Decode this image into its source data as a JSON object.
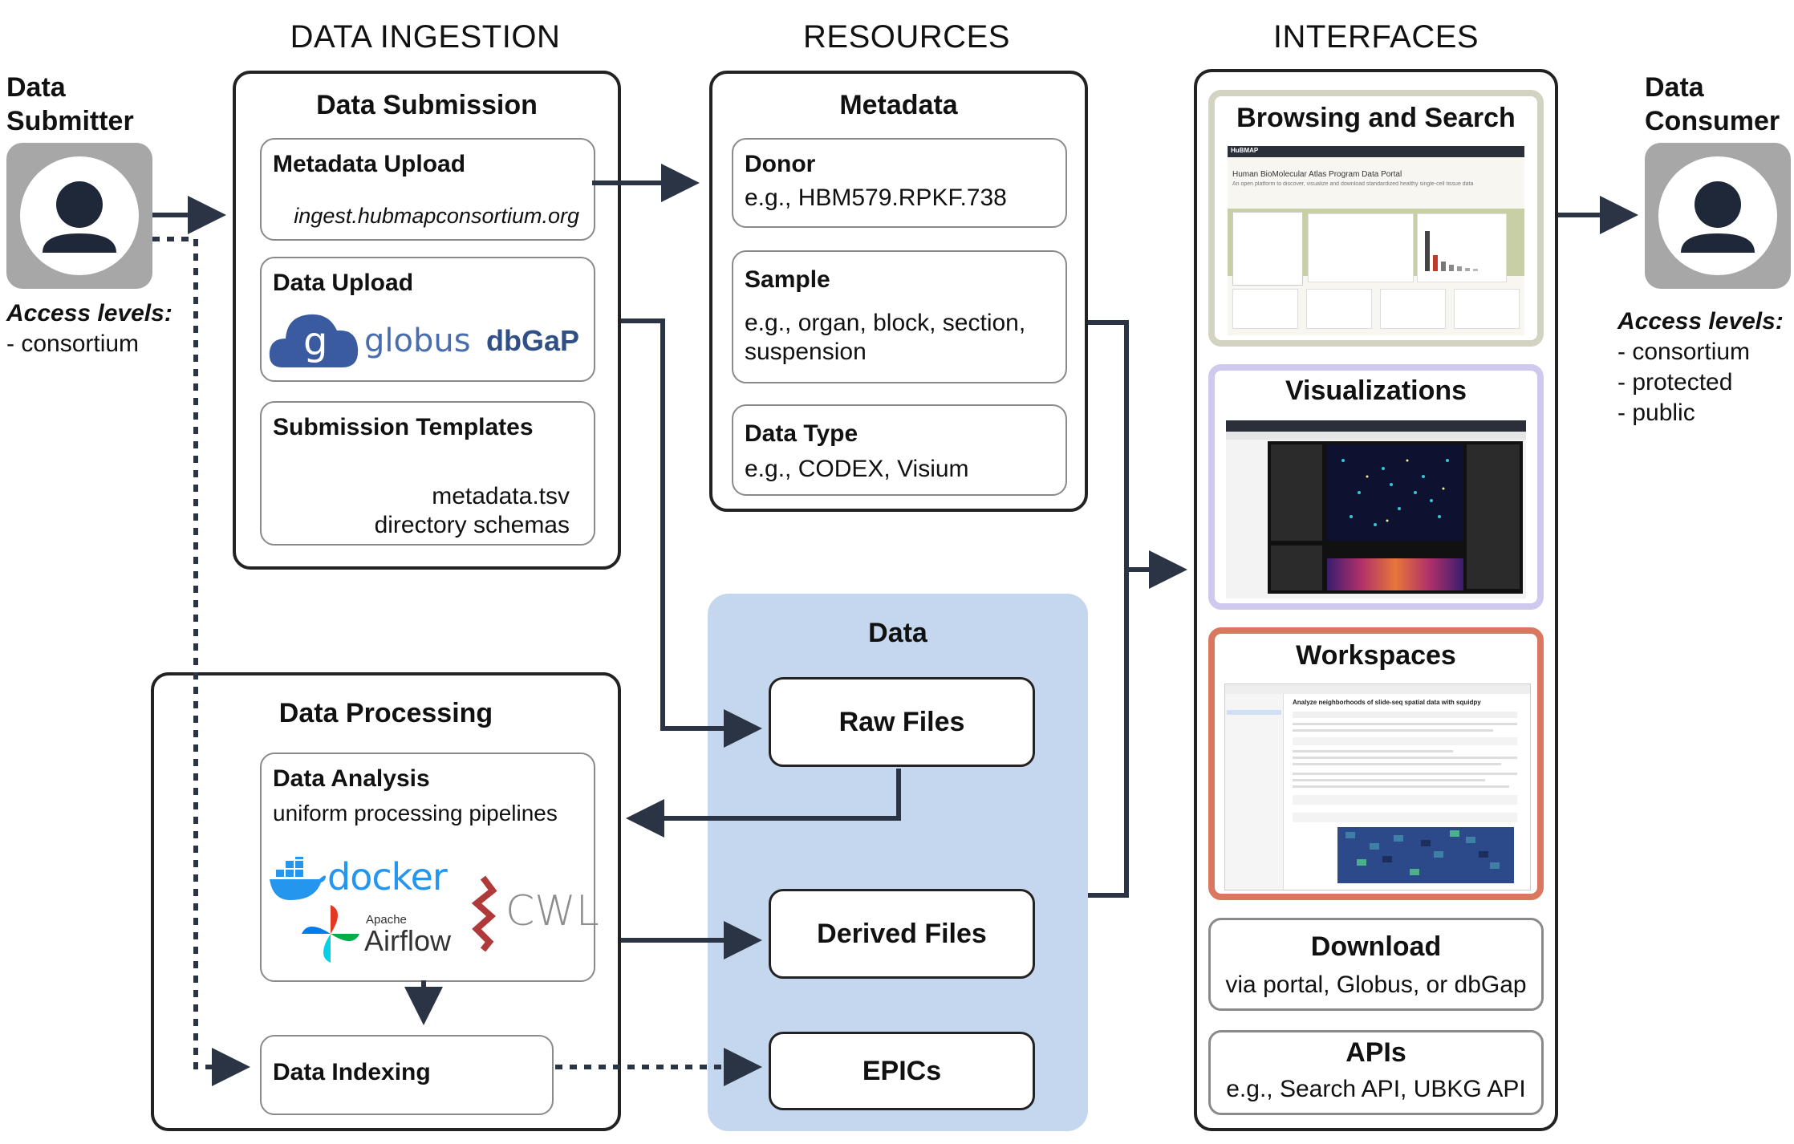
{
  "columns": {
    "ingestion": "DATA INGESTION",
    "resources": "RESOURCES",
    "interfaces": "INTERFACES"
  },
  "submitter": {
    "label_line1": "Data",
    "label_line2": "Submitter",
    "access_label": "Access levels:",
    "access_levels": [
      "- consortium"
    ]
  },
  "consumer": {
    "label_line1": "Data",
    "label_line2": "Consumer",
    "access_label": "Access levels:",
    "access_levels": [
      "- consortium",
      "- protected",
      "- public"
    ]
  },
  "data_submission": {
    "title": "Data Submission",
    "metadata_upload": {
      "title": "Metadata Upload",
      "url": "ingest.hubmapconsortium.org"
    },
    "data_upload": {
      "title": "Data Upload",
      "globus": "globus",
      "dbgap": "dbGaP",
      "globus_glyph": "g"
    },
    "templates": {
      "title": "Submission Templates",
      "line1": "metadata.tsv",
      "line2": "directory schemas"
    }
  },
  "metadata": {
    "title": "Metadata",
    "donor": {
      "title": "Donor",
      "example": "e.g., HBM579.RPKF.738"
    },
    "sample": {
      "title": "Sample",
      "example_line1": "e.g., organ, block, section,",
      "example_line2": "suspension"
    },
    "data_type": {
      "title": "Data Type",
      "example": "e.g., CODEX, Visium"
    }
  },
  "data": {
    "title": "Data",
    "raw_files": "Raw Files",
    "derived_files": "Derived Files",
    "epics": "EPICs"
  },
  "data_processing": {
    "title": "Data Processing",
    "analysis": {
      "title": "Data Analysis",
      "subtitle": "uniform processing pipelines"
    },
    "logos": {
      "docker": "docker",
      "apache": "Apache",
      "airflow": "Airflow",
      "cwl": "CWL"
    },
    "indexing": "Data Indexing"
  },
  "interfaces": {
    "browsing": {
      "title": "Browsing and Search",
      "thumb_title": "Human BioMolecular Atlas Program Data Portal",
      "thumb_subtitle": "An open platform to discover, visualize and download standardized healthy single-cell tissue data",
      "thumb_brand": "HuBMAP"
    },
    "visualizations": {
      "title": "Visualizations"
    },
    "workspaces": {
      "title": "Workspaces",
      "thumb_heading": "Analyze neighborhoods of slide-seq spatial data with squidpy"
    },
    "download": {
      "title": "Download",
      "subtitle": "via portal, Globus, or dbGap"
    },
    "apis": {
      "title": "APIs",
      "subtitle": "e.g., Search API, UBKG API"
    }
  },
  "colors": {
    "dark": "#222222",
    "arrow": "#2b3445",
    "data_panel": "#c5d7ee",
    "browsing_border": "#d3d3c2",
    "visualizations_border": "#cfc8ef",
    "workspaces_border": "#d9775f",
    "globus_blue": "#3b5ba0",
    "docker_blue": "#2496ed",
    "cwl_red": "#b03a3a"
  },
  "icons": [
    "user-icon",
    "globus-cloud-icon",
    "docker-whale-icon",
    "airflow-pinwheel-icon",
    "cwl-icon"
  ]
}
